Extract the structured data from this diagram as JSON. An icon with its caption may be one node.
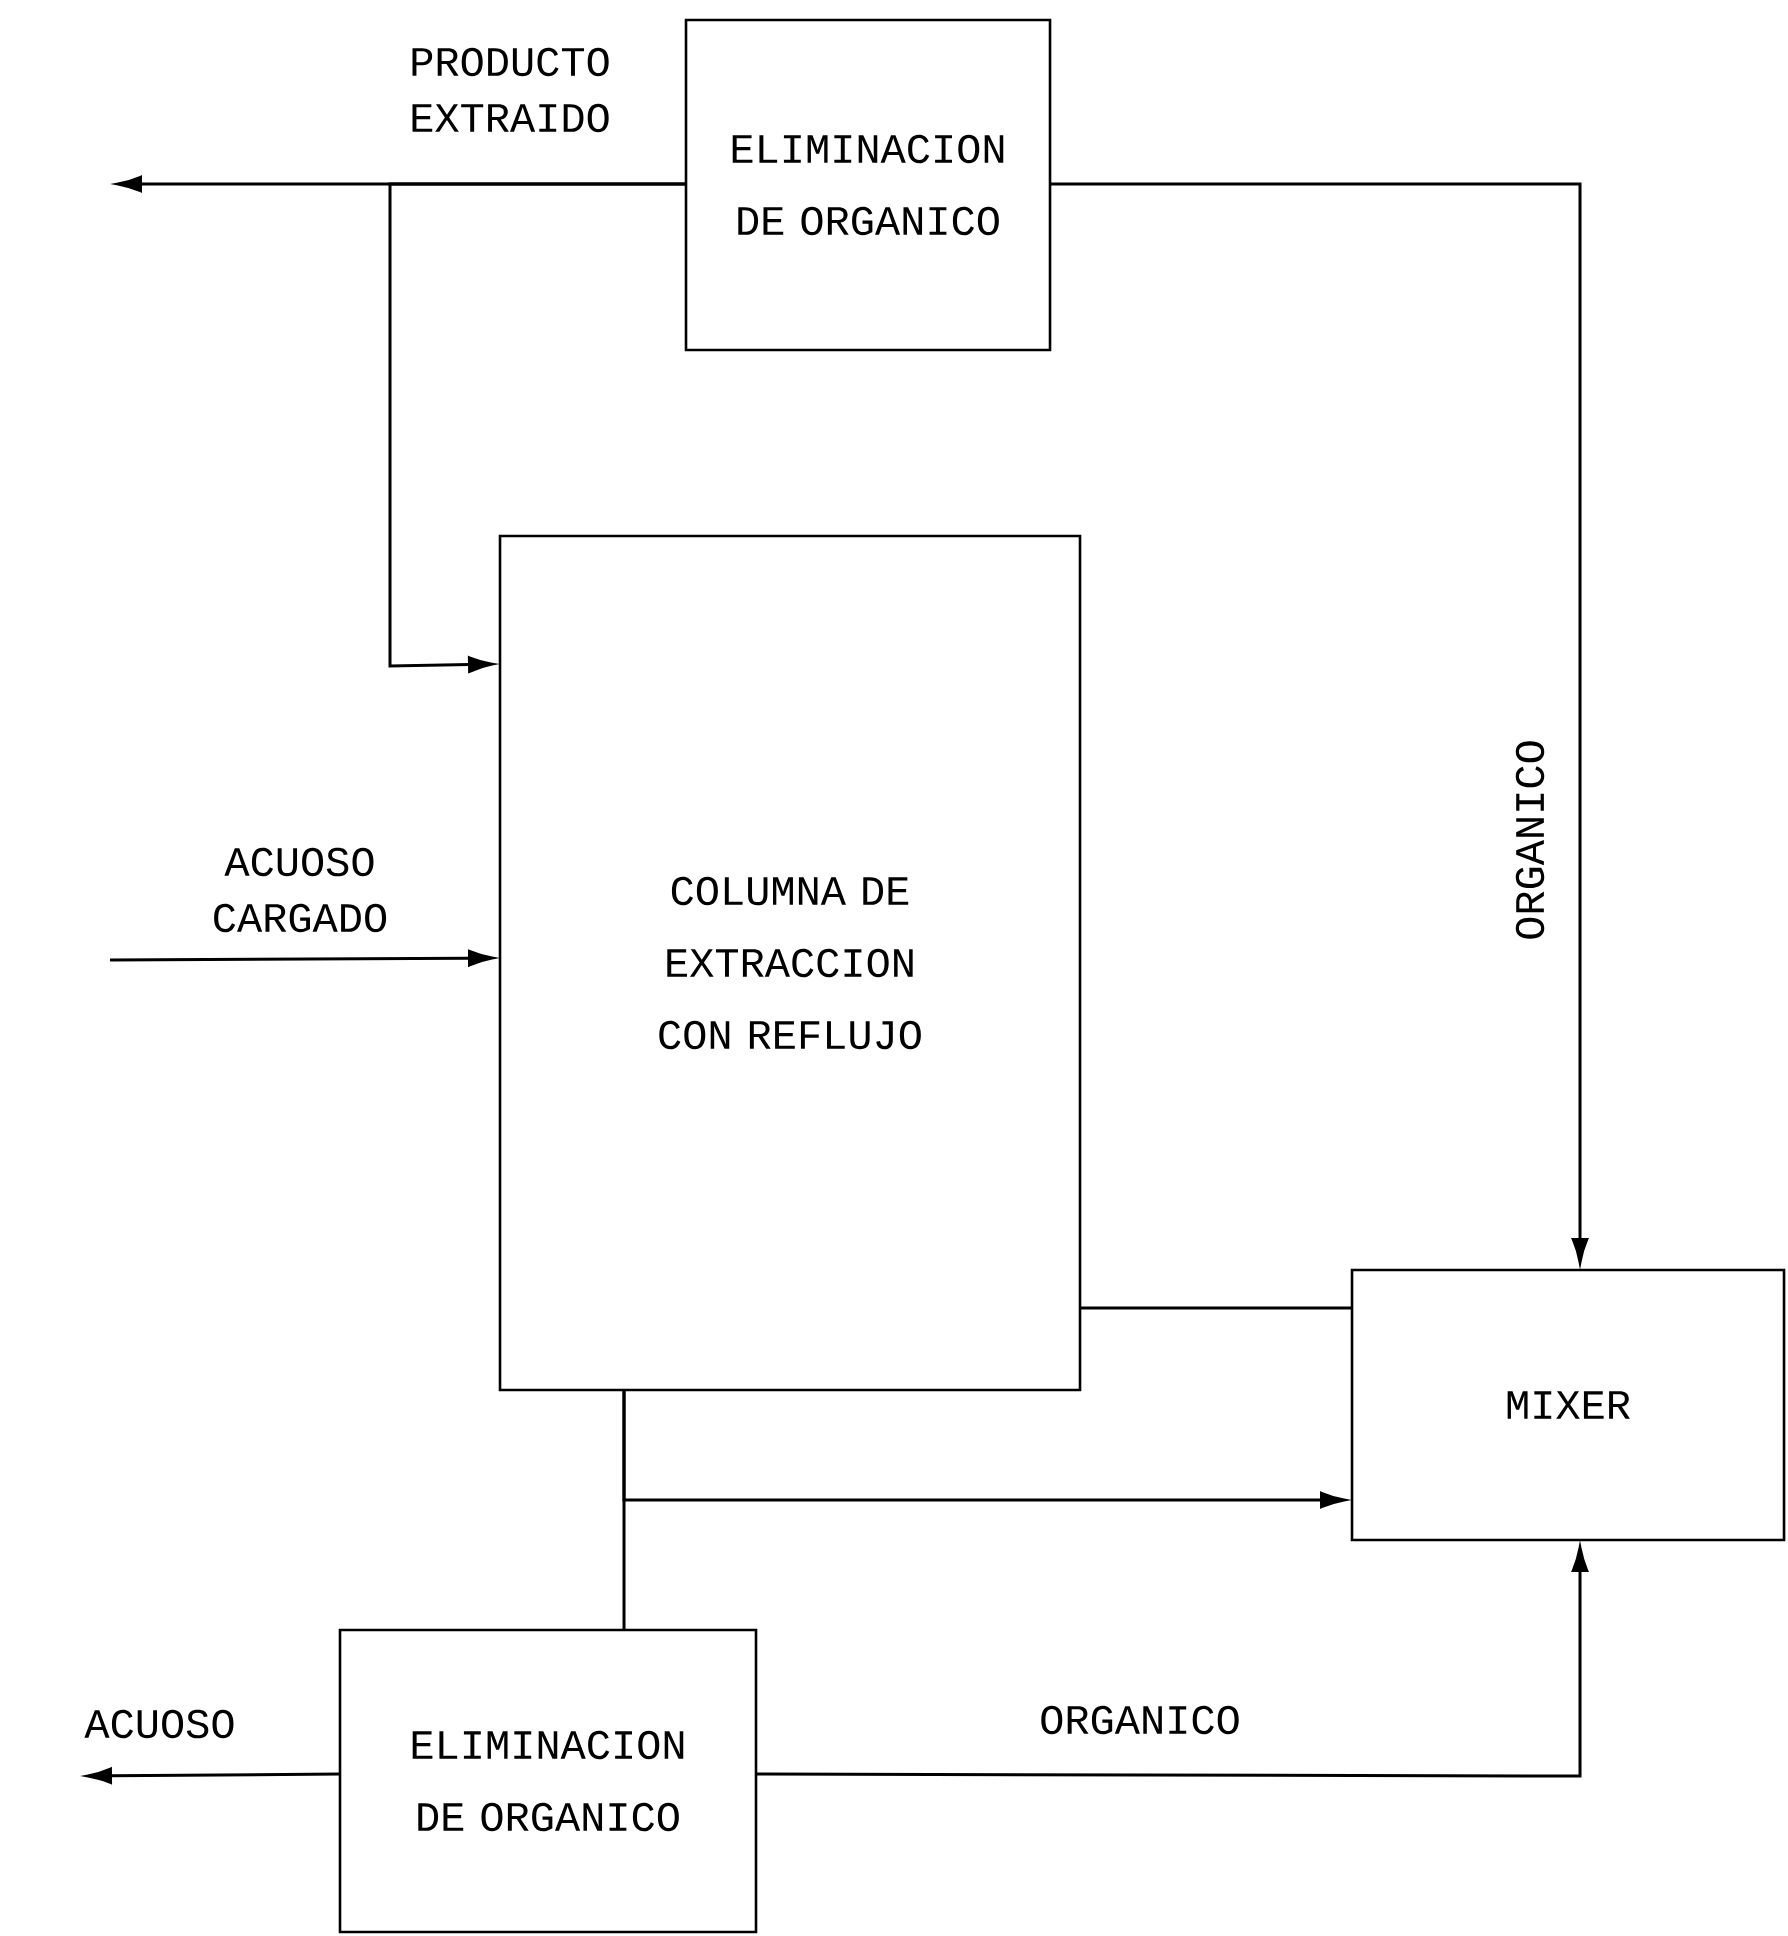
{
  "diagram": {
    "nodes": [
      {
        "text": [
          "ELIMINACION DE ORGANICO"
        ]
      },
      {
        "text": [
          "COLUMNA DE EXTRACCION CON REFLUJO"
        ]
      },
      {
        "text": [
          "MIXER"
        ]
      },
      {
        "text": [
          "ELIMINACION DE ORGANICO"
        ]
      }
    ],
    "edges": [
      {
        "from": 0,
        "to": null,
        "arrow": "to",
        "label": "PRODUCTO EXTRAIDO"
      },
      {
        "from": 0,
        "to": 1,
        "arrow": "to"
      },
      {
        "from": null,
        "to": 1,
        "arrow": "to",
        "label": "ACUOSO CARGADO"
      },
      {
        "from": 0,
        "to": 2,
        "arrow": "to",
        "label": "ORGANICO"
      },
      {
        "from": 1,
        "to": 2,
        "arrow": "none"
      },
      {
        "from": 1,
        "to": 3,
        "arrow": "none"
      },
      {
        "from": 1,
        "to": 2,
        "arrow": "to"
      },
      {
        "from": 3,
        "to": null,
        "arrow": "to",
        "label": "ACUOSO"
      },
      {
        "from": 3,
        "to": 2,
        "arrow": "to",
        "label": "ORGANICO"
      }
    ]
  }
}
